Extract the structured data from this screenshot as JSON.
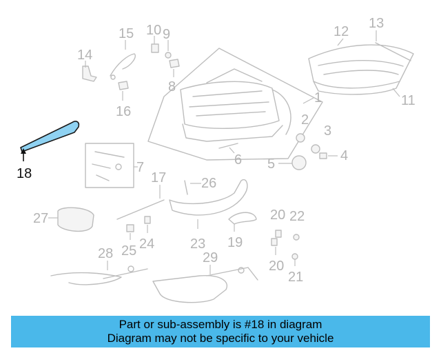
{
  "diagram": {
    "highlighted_part": "18",
    "callouts": {
      "c1": "1",
      "c2": "2",
      "c3": "3",
      "c4": "4",
      "c5": "5",
      "c6": "6",
      "c7": "7",
      "c8": "8",
      "c9": "9",
      "c10": "10",
      "c11": "11",
      "c12": "12",
      "c13": "13",
      "c14": "14",
      "c15": "15",
      "c16": "16",
      "c17": "17",
      "c18": "18",
      "c19": "19",
      "c20a": "20",
      "c20b": "20",
      "c21": "21",
      "c22": "22",
      "c23": "23",
      "c24": "24",
      "c25": "25",
      "c26": "26",
      "c27": "27",
      "c28": "28",
      "c29": "29"
    }
  },
  "colors": {
    "banner_bg": "#4ab8ea",
    "highlight_fill": "#8fd2f2",
    "part_lines": "#bdbdbd"
  },
  "caption": {
    "line1": "Part or sub-assembly is #18 in diagram",
    "line2": "Diagram may not be specific to your vehicle"
  }
}
